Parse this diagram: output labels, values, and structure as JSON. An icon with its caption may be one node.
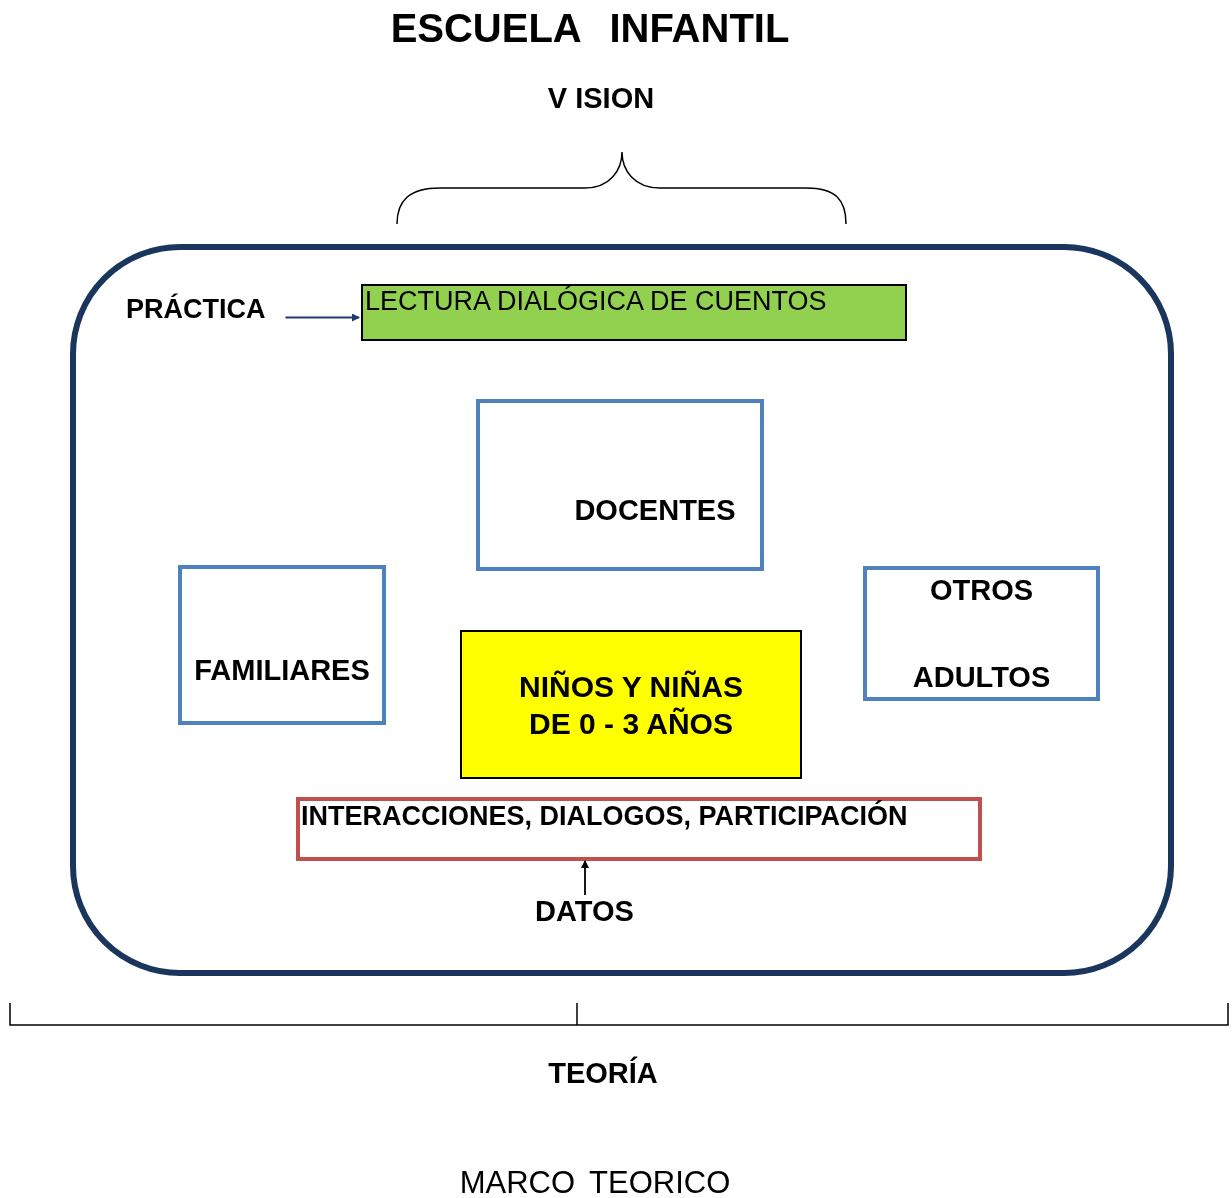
{
  "diagram": {
    "title": "ESCUELA INFANTIL",
    "caption": "MARCO TEORICO",
    "nodes": [
      {
        "text": [],
        "shape": "box"
      },
      {
        "text": [
          "PRÁCTICA"
        ],
        "in": 0
      },
      {
        "text": [
          "LECTURA DIALÓGICA DE CUENTOS"
        ],
        "in": 0
      },
      {
        "text": [
          "DOCENTES"
        ],
        "in": 0
      },
      {
        "text": [
          "FAMILIARES"
        ],
        "in": 0
      },
      {
        "text": [
          "OTROS ADULTOS"
        ],
        "in": 0
      },
      {
        "text": [
          "NIÑOS Y NIÑAS DE 0 - 3 AÑOS"
        ],
        "in": 0
      },
      {
        "text": [
          "INTERACCIONES, DIALOGOS, PARTICIPACIÓN"
        ],
        "in": 0
      },
      {
        "text": [
          "DATOS"
        ],
        "in": 0
      }
    ],
    "edges": [
      {
        "from": 1,
        "to": 2,
        "arrow": "to",
        "color": "#1f3a73"
      },
      {
        "from": 8,
        "to": 7,
        "arrow": "to",
        "color": "#000000"
      }
    ],
    "labels": [
      "V ISION",
      "TEORÍA"
    ]
  }
}
